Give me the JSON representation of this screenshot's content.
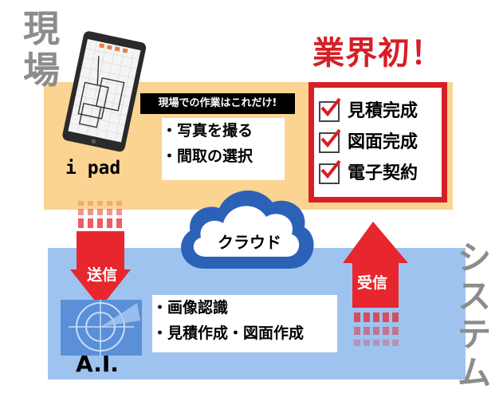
{
  "left_label": [
    "現",
    "場"
  ],
  "right_label": [
    "シ",
    "ス",
    "テ",
    "ム"
  ],
  "headline": "業界初！",
  "onsite_note": "現場での作業はこれだけ!",
  "onsite_tasks": [
    "・写真を撮る",
    "・間取の選択"
  ],
  "results": [
    "見積完成",
    "図面完成",
    "電子契約"
  ],
  "device_label": "i pad",
  "cloud_label": "クラウド",
  "send_label": "送信",
  "receive_label": "受信",
  "ai_tasks": [
    "・画像認識",
    "・見積作成・図面作成"
  ],
  "ai_label": "A.I.",
  "colors": {
    "top_band": "#fbd491",
    "bottom_band": "#9ec3ef",
    "accent_red": "#d61f26",
    "cloud_blue": "#2b62b8"
  }
}
